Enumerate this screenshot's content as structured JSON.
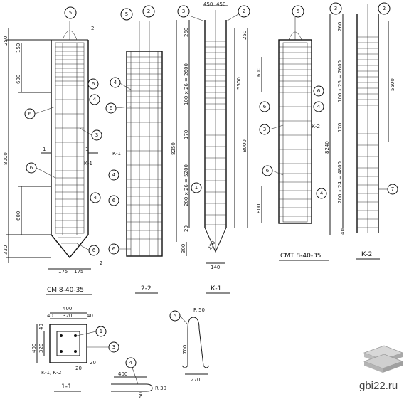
{
  "marks": {
    "m1": "1",
    "m2": "2",
    "m3": "3",
    "m4": "4",
    "m5": "5",
    "m6": "6",
    "m7": "7"
  },
  "dims": {
    "d250": "250",
    "d150": "150",
    "d600": "600",
    "d8000": "8000",
    "d330": "330",
    "d175": "175",
    "d450": "450",
    "d260": "260",
    "d100x26": "100 x 26 = 2600",
    "d5500": "5500",
    "d8250": "8250",
    "d170": "170",
    "d200x26": "200 x 26 = 5200",
    "d20": "20",
    "d300": "300",
    "d250b": "250",
    "d140": "140",
    "d8240": "8240",
    "d200x24": "200 x 24 = 4800",
    "d40": "40",
    "d400": "400",
    "d320": "320",
    "d800": "800",
    "d700": "700",
    "d270": "270",
    "dR50": "R 50",
    "d50": "50",
    "dR30": "R 30"
  },
  "labels": {
    "cm": "СМ 8-40-35",
    "s22": "2-2",
    "k1": "К-1",
    "cmt": "СМТ 8-40-35",
    "k2": "К-2",
    "s11": "1-1",
    "k1k2": "К-1, К-2",
    "sec1": "1",
    "sec2": "2"
  },
  "logo": {
    "text": "gbi22.ru",
    "icon": "layers-icon"
  }
}
